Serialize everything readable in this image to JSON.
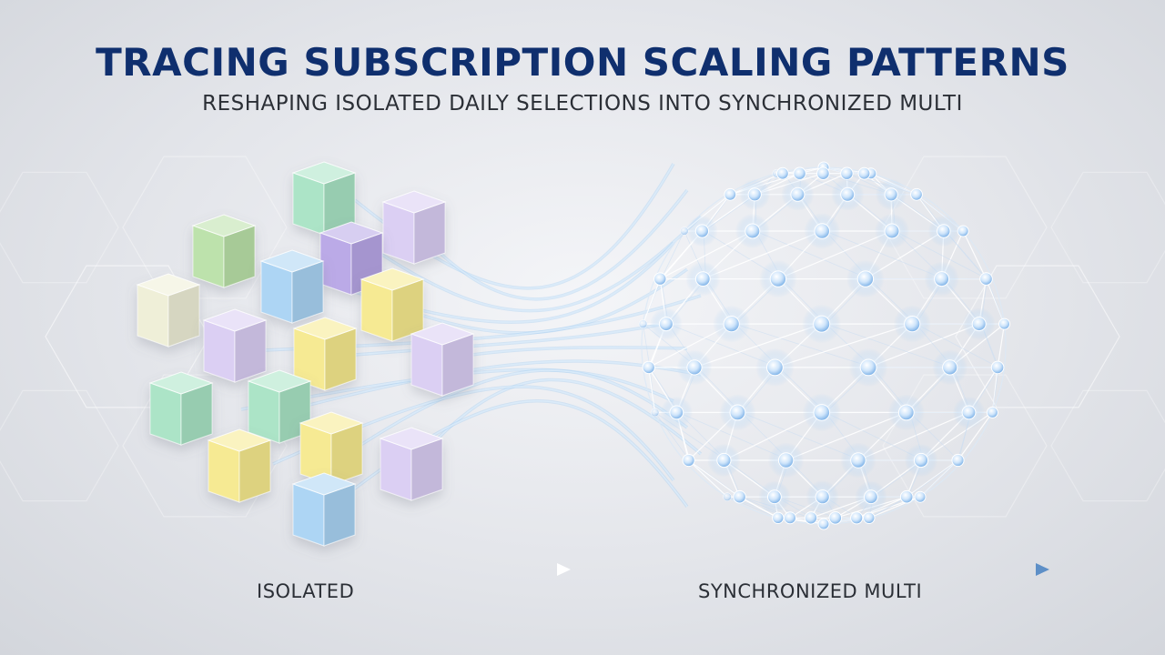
{
  "header": {
    "title": "TRACING SUBSCRIPTION SCALING PATTERNS",
    "subtitle": "RESHAPING ISOLATED DAILY SELECTIONS INTO SYNCHRONIZED MULTI"
  },
  "axis": {
    "left_label": "ISOLATED",
    "right_label": "SYNCHRONIZED MULTI"
  },
  "palette": {
    "title": "#0f2f6e",
    "mint": "#a8e3c4",
    "green": "#b9e0a8",
    "yellow": "#f5e98d",
    "blue": "#a9d3f3",
    "lavender": "#d9ccf2",
    "purple": "#b7a5e6",
    "cream": "#eeeed6",
    "glow": "#9cc8f2",
    "axis_blue": "#5d8fc7"
  }
}
